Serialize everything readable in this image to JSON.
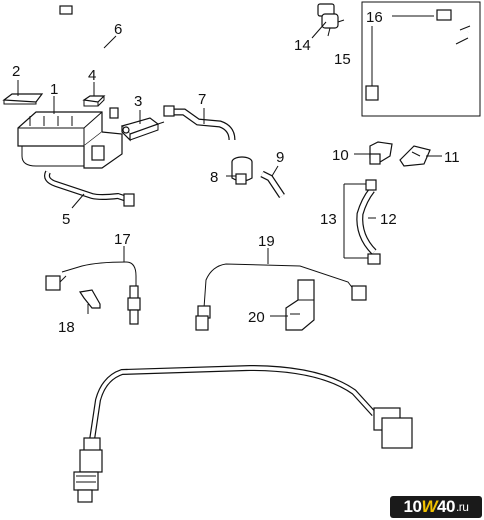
{
  "labels": {
    "l1": "1",
    "l2": "2",
    "l3": "3",
    "l4": "4",
    "l5": "5",
    "l6": "6",
    "l7": "7",
    "l8": "8",
    "l9": "9",
    "l10": "10",
    "l11": "11",
    "l12": "12",
    "l13": "13",
    "l14": "14",
    "l15": "15",
    "l16": "16",
    "l17": "17",
    "l18": "18",
    "l19": "19",
    "l20": "20"
  },
  "watermark": {
    "pre": "10",
    "accent": "W",
    "post": "40",
    "suffix": ".ru"
  },
  "colors": {
    "line": "#111111",
    "background": "#ffffff",
    "watermark_bg": "#1a1a1a",
    "watermark_accent": "#f2c200"
  }
}
